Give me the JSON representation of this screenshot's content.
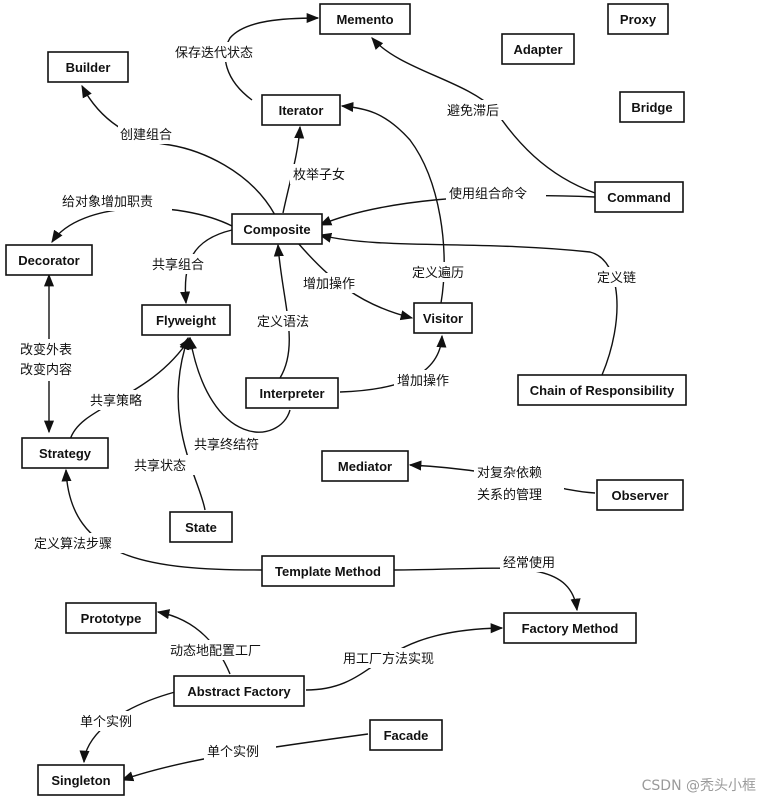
{
  "nodes": {
    "memento": "Memento",
    "proxy": "Proxy",
    "builder": "Builder",
    "adapter": "Adapter",
    "iterator": "Iterator",
    "bridge": "Bridge",
    "command": "Command",
    "composite": "Composite",
    "decorator": "Decorator",
    "flyweight": "Flyweight",
    "visitor": "Visitor",
    "interpreter": "Interpreter",
    "chain": "Chain of Responsibility",
    "strategy": "Strategy",
    "mediator": "Mediator",
    "observer": "Observer",
    "state": "State",
    "template_method": "Template Method",
    "prototype": "Prototype",
    "factory_method": "Factory Method",
    "abstract_factory": "Abstract Factory",
    "facade": "Facade",
    "singleton": "Singleton"
  },
  "edge_labels": {
    "save_iter_state": "保存迭代状态",
    "avoid_lag": "避免滞后",
    "create_composite": "创建组合",
    "enum_children": "枚举子女",
    "add_responsibility": "给对象增加职责",
    "use_composite_cmd": "使用组合命令",
    "share_composite": "共享组合",
    "add_operation_1": "增加操作",
    "define_traversal": "定义遍历",
    "define_chain": "定义链",
    "define_grammar": "定义语法",
    "change_skin": "改变外表",
    "change_guts": "改变内容",
    "share_strategy": "共享策略",
    "add_operation_2": "增加操作",
    "share_terminal": "共享终结符",
    "share_state": "共享状态",
    "complex_dep_line1": "对复杂依赖",
    "complex_dep_line2": "关系的管理",
    "define_algo_steps": "定义算法步骤",
    "often_use": "经常使用",
    "dyn_config_factory": "动态地配置工厂",
    "impl_with_factory": "用工厂方法实现",
    "single_instance_1": "单个实例",
    "single_instance_2": "单个实例"
  },
  "watermark": "CSDN @秃头小框"
}
